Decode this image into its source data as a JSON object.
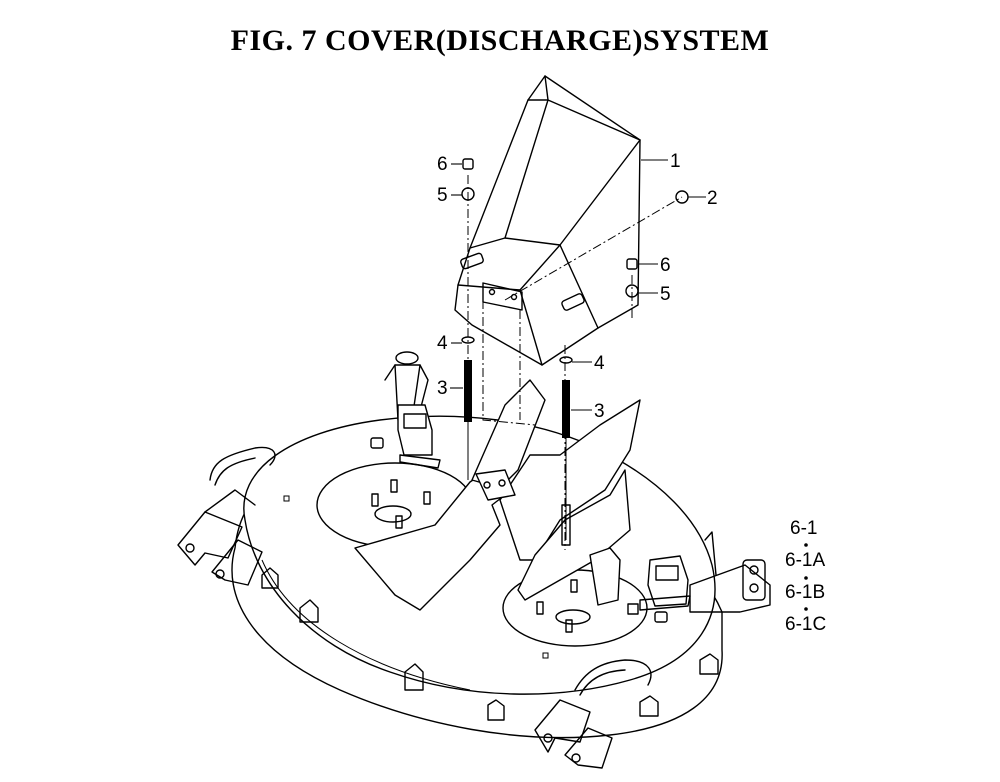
{
  "title": "FIG.  7  COVER(DISCHARGE)SYSTEM",
  "callouts": {
    "c1": "1",
    "c2": "2",
    "c3a": "3",
    "c3b": "3",
    "c4a": "4",
    "c4b": "4",
    "c5a": "5",
    "c5b": "5",
    "c6a": "6",
    "c6b": "6"
  },
  "part_list": [
    "6-1",
    "6-1A",
    "6-1B",
    "6-1C"
  ]
}
